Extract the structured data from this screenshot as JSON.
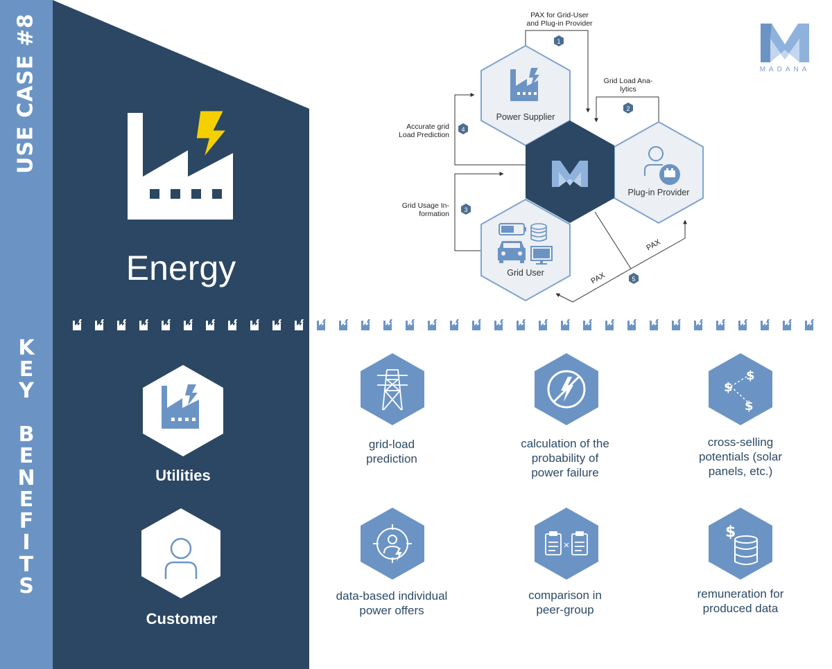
{
  "sidebar": {
    "use_case_title": "USE CASE #8",
    "key_letters": [
      "K",
      "E",
      "Y"
    ],
    "benefits_letters": [
      "B",
      "E",
      "N",
      "E",
      "F",
      "I",
      "T",
      "S"
    ]
  },
  "hero": {
    "title": "Energy",
    "icon": "factory-lightning-icon"
  },
  "roles": [
    {
      "label": "Utilities",
      "icon": "factory-lightning-icon"
    },
    {
      "label": "Customer",
      "icon": "person-icon"
    }
  ],
  "diagram": {
    "nodes": {
      "power_supplier": "Power Supplier",
      "plugin_provider": "Plug-in Provider",
      "grid_user": "Grid User"
    },
    "flows": {
      "f1_line1": "PAX for Grid-User",
      "f1_line2": "and Plug-in Provider",
      "f1_num": "1",
      "f2_line1": "Grid Load Ana-",
      "f2_line2": "lytics",
      "f2_num": "2",
      "f3_line1": "Grid Usage In-",
      "f3_line2": "formation",
      "f3_num": "3",
      "f4_line1": "Accurate grid",
      "f4_line2": "Load Prediction",
      "f4_num": "4",
      "f5_num": "5",
      "pax_upper": "PAX",
      "pax_lower": "PAX"
    }
  },
  "logo": {
    "text": "MADANA"
  },
  "benefits": [
    {
      "label_lines": [
        "grid-load",
        "prediction"
      ],
      "icon": "power-pylon-icon"
    },
    {
      "label_lines": [
        "calculation of the",
        "probability of",
        "power failure"
      ],
      "icon": "no-power-icon"
    },
    {
      "label_lines": [
        "cross-selling",
        "potentials (solar",
        "panels, etc.)"
      ],
      "icon": "dollar-network-icon"
    },
    {
      "label_lines": [
        "data-based individual",
        "power offers"
      ],
      "icon": "target-person-icon"
    },
    {
      "label_lines": [
        "comparison in",
        "peer-group"
      ],
      "icon": "clipboard-compare-icon"
    },
    {
      "label_lines": [
        "remuneration for",
        "produced data"
      ],
      "icon": "dollar-database-icon"
    }
  ],
  "colors": {
    "navy": "#2b4763",
    "accent_blue": "#6b94c4",
    "hex_fill_light": "#e9edf2",
    "hex_stroke": "#7ea3cf",
    "lightning": "#f5d000"
  }
}
